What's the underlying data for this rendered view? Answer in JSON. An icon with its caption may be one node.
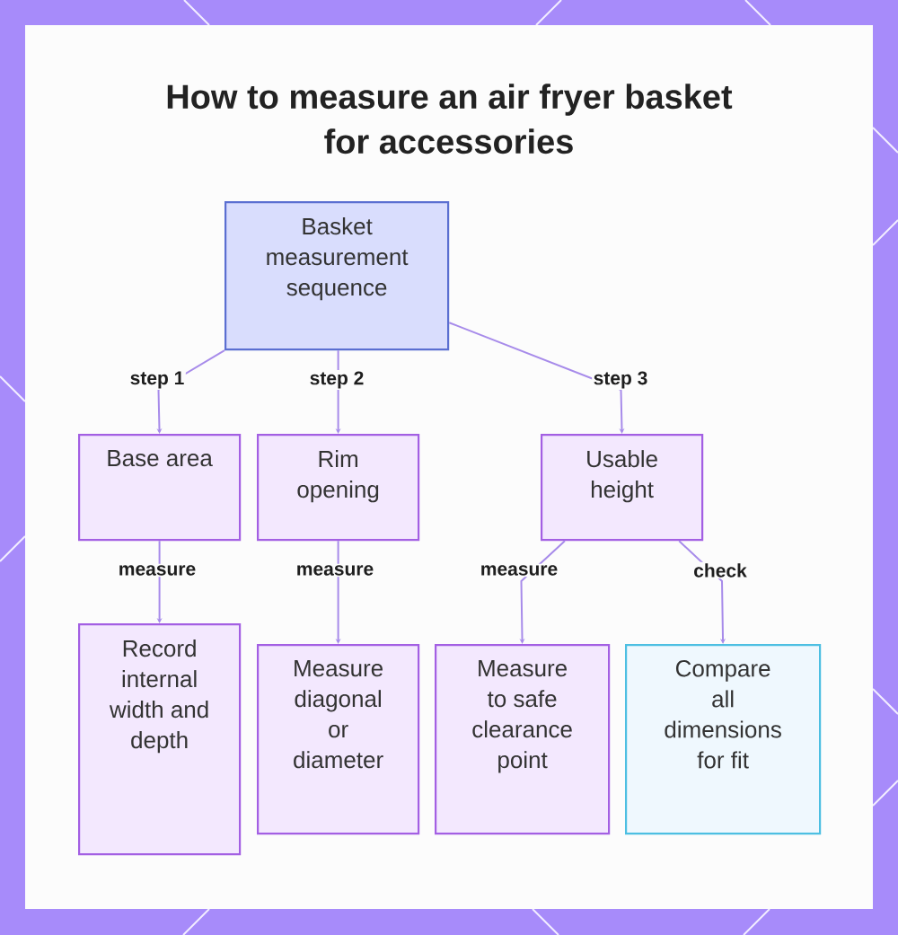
{
  "diagram": {
    "title": "How to measure an air fryer basket for accessories",
    "nodes": [
      {
        "text": [
          "Basket measurement sequence"
        ]
      },
      {
        "text": [
          "Base area"
        ]
      },
      {
        "text": [
          "Rim opening"
        ]
      },
      {
        "text": [
          "Usable height"
        ]
      },
      {
        "text": [
          "Record internal width and depth"
        ]
      },
      {
        "text": [
          "Measure diagonal or diameter"
        ]
      },
      {
        "text": [
          "Measure to safe clearance point"
        ]
      },
      {
        "text": [
          "Compare all dimensions for fit"
        ]
      }
    ],
    "edges": [
      {
        "from": 0,
        "to": 1,
        "arrow": "to",
        "label": "step 1"
      },
      {
        "from": 0,
        "to": 2,
        "arrow": "to",
        "label": "step 2"
      },
      {
        "from": 0,
        "to": 3,
        "arrow": "to",
        "label": "step 3"
      },
      {
        "from": 1,
        "to": 4,
        "arrow": "to",
        "label": "measure"
      },
      {
        "from": 2,
        "to": 5,
        "arrow": "to",
        "label": "measure"
      },
      {
        "from": 3,
        "to": 6,
        "arrow": "to",
        "label": "measure"
      },
      {
        "from": 3,
        "to": 7,
        "arrow": "to",
        "label": "check"
      }
    ]
  }
}
